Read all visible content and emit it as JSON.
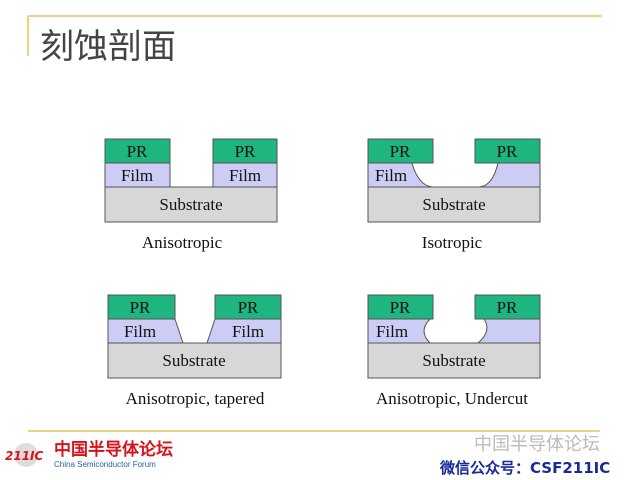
{
  "title": "刻蚀剖面",
  "colors": {
    "pr": "#1fb57f",
    "film": "#ccccf5",
    "substrate": "#d7d7d7",
    "accent_line": "#e8c35a",
    "logo_red": "#d4141a",
    "logo_blue": "#2c5ea8"
  },
  "diagrams": [
    {
      "caption": "Anisotropic",
      "pr": "PR",
      "film": "Film",
      "substrate": "Substrate"
    },
    {
      "caption": "Isotropic",
      "pr": "PR",
      "film": "Film",
      "substrate": "Substrate"
    },
    {
      "caption": "Anisotropic, tapered",
      "pr": "PR",
      "film": "Film",
      "substrate": "Substrate"
    },
    {
      "caption": "Anisotropic, Undercut",
      "pr": "PR",
      "film": "Film",
      "substrate": "Substrate"
    }
  ],
  "footer": {
    "logo_mark": "211IC",
    "logo_cn": "中国半导体论坛",
    "logo_en": "China Semiconductor Forum",
    "wechat": "微信公众号：CSF211IC",
    "watermark": "中国半导体论坛"
  }
}
